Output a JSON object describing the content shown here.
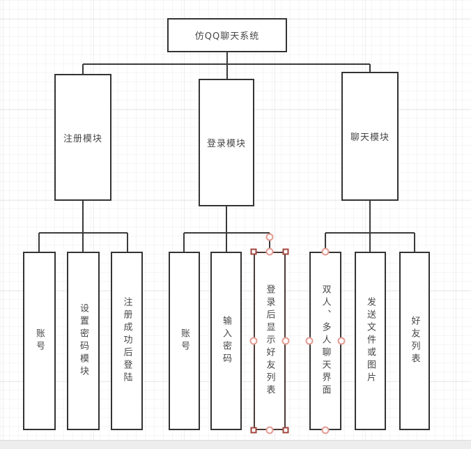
{
  "diagram": {
    "root_label": "仿QQ聊天系统",
    "branches": [
      {
        "module": "注册模块",
        "children": [
          "账号",
          "设置密码模块",
          "注册成功后登陆"
        ]
      },
      {
        "module": "登录模块",
        "children": [
          "账号",
          "输入密码",
          "登录后显示好友列表"
        ]
      },
      {
        "module": "聊天模块",
        "children": [
          "双人、多人聊天界面",
          "发送文件或图片",
          "好友列表"
        ]
      }
    ],
    "selection": {
      "selected_node_label": "登录后显示好友列表"
    },
    "colors": {
      "canvas_bg": "#ffffff",
      "grid_line": "#f1f1f1",
      "grid_line_major": "#e6e6e6",
      "off_page_bg": "#ededed",
      "shape_border": "#333333",
      "selected_shape_border": "#4b3936",
      "connector": "#3a3a3a",
      "text": "#474747",
      "handle_square_border": "#a0453e",
      "handle_circle_border": "#e29b93",
      "handle_fill": "#ffffff"
    }
  }
}
